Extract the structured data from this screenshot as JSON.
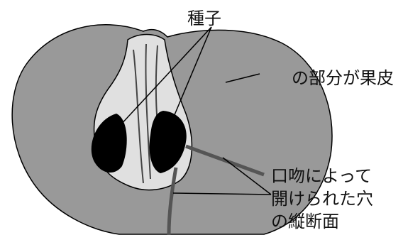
{
  "labels": {
    "seed": "種子",
    "pericarp": "の部分が果皮",
    "hole": [
      "口吻によって",
      "開けられた穴",
      "の縦断面"
    ]
  },
  "colors": {
    "pericarp": "#999999",
    "seed": "#000000",
    "inner": "#e0e0e0",
    "outline": "#000000"
  }
}
